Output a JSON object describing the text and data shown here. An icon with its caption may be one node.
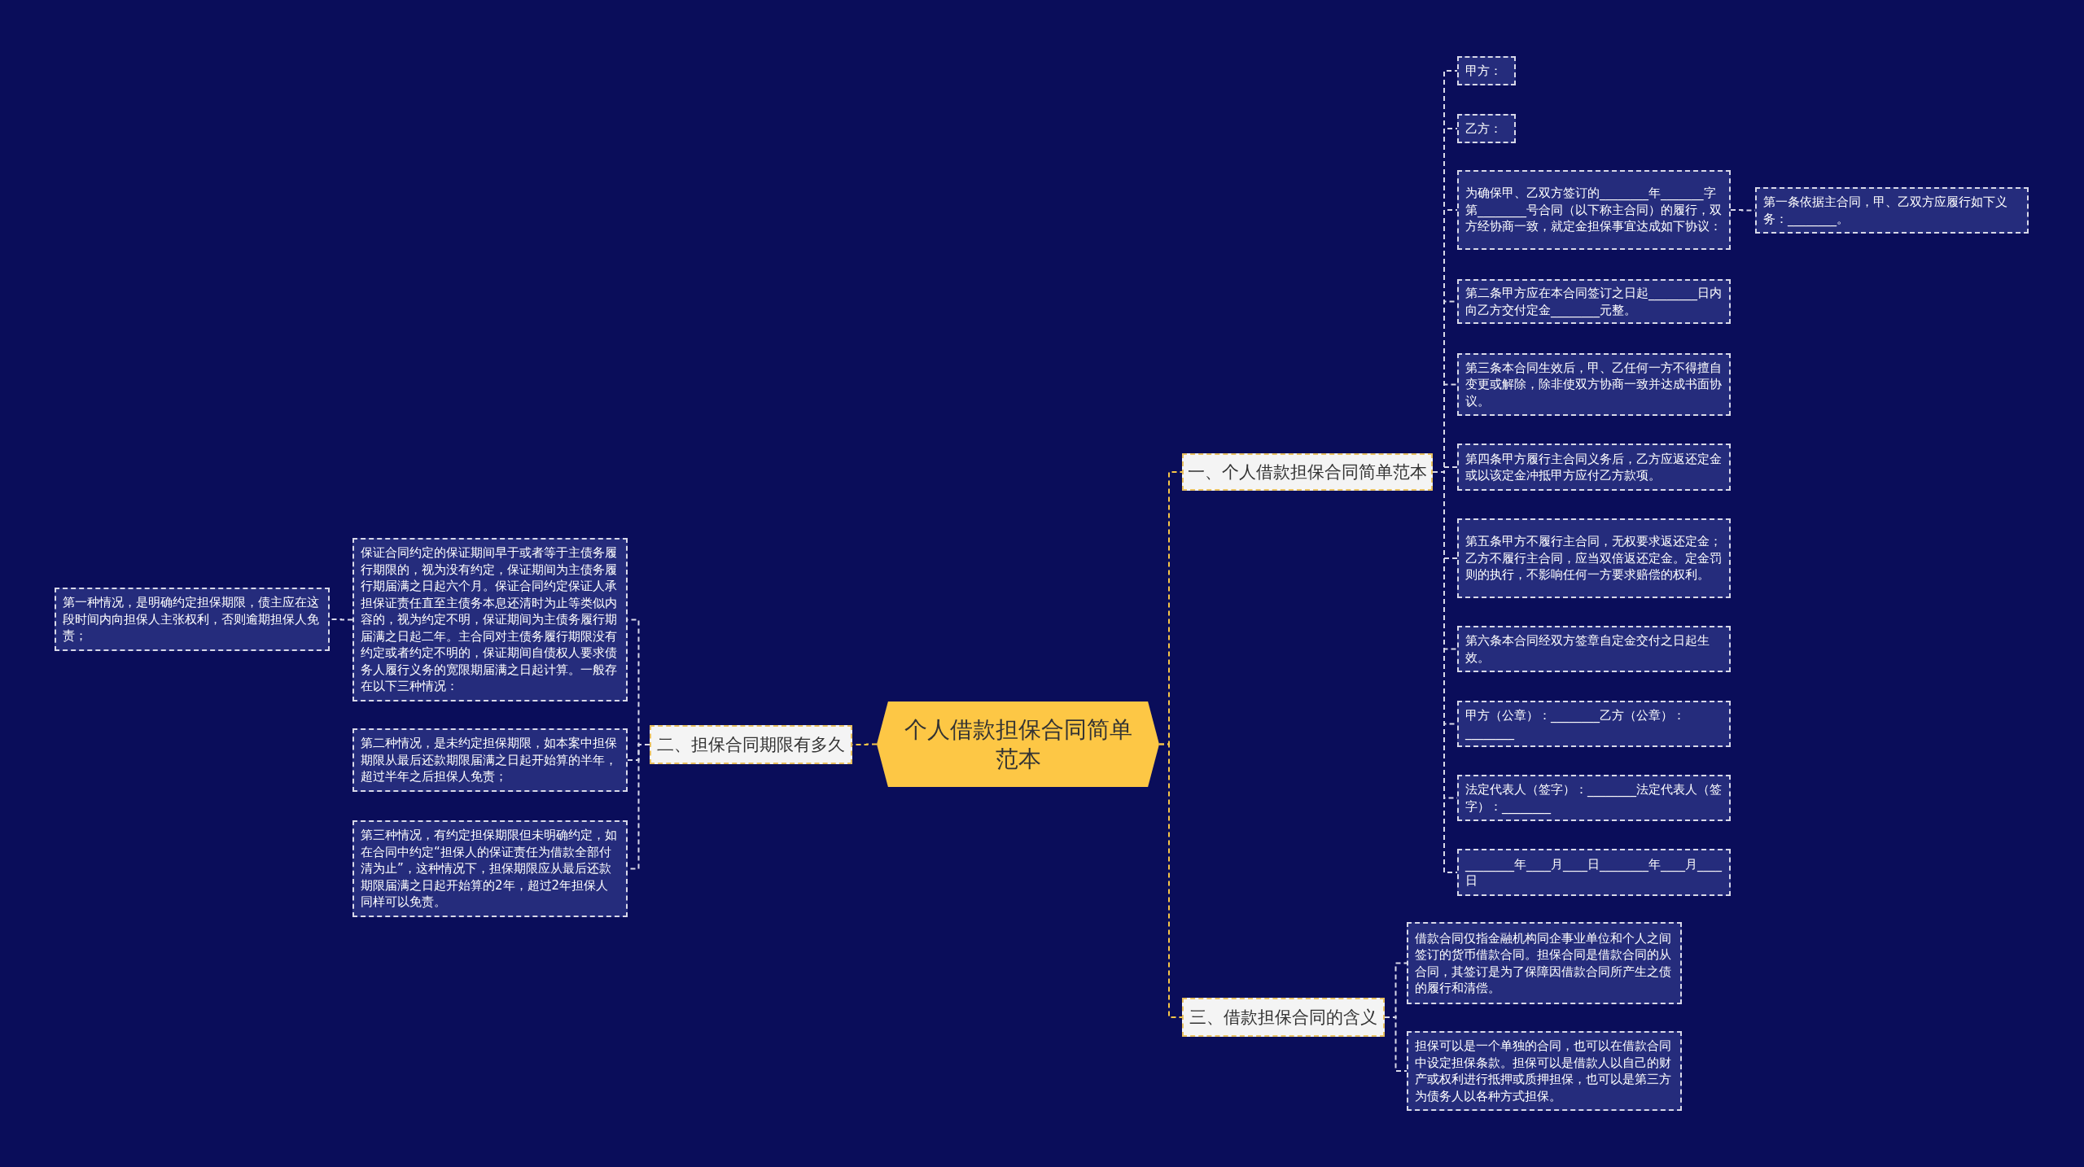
{
  "diagram": {
    "nodes": [
      {
        "text": [
          "个人借款担保合同简单范本"
        ]
      },
      {
        "text": [
          "一、个人借款担保合同简单范本"
        ]
      },
      {
        "text": [
          "甲方："
        ]
      },
      {
        "text": [
          "乙方："
        ]
      },
      {
        "text": [
          "为确保甲、乙双方签订的________年_______字第________号合同（以下称主合同）的履行，双方经协商一致，就定金担保事宜达成如下协议："
        ]
      },
      {
        "text": [
          "第一条依据主合同，甲、乙双方应履行如下义务：________。"
        ]
      },
      {
        "text": [
          "第二条甲方应在本合同签订之日起________日内向乙方交付定金________元整。"
        ]
      },
      {
        "text": [
          "第三条本合同生效后，甲、乙任何一方不得擅自变更或解除，除非使双方协商一致并达成书面协议。"
        ]
      },
      {
        "text": [
          "第四条甲方履行主合同义务后，乙方应返还定金或以该定金冲抵甲方应付乙方款项。"
        ]
      },
      {
        "text": [
          "第五条甲方不履行主合同，无权要求返还定金；乙方不履行主合同，应当双倍返还定金。定金罚则的执行，不影响任何一方要求赔偿的权利。"
        ]
      },
      {
        "text": [
          "第六条本合同经双方签章自定金交付之日起生效。"
        ]
      },
      {
        "text": [
          "甲方（公章）：________乙方（公章）：________"
        ]
      },
      {
        "text": [
          "法定代表人（签字）：________法定代表人（签字）：________"
        ]
      },
      {
        "text": [
          "________年____月____日________年____月____日"
        ]
      },
      {
        "text": [
          "二、担保合同期限有多久"
        ]
      },
      {
        "text": [
          "保证合同约定的保证期间早于或者等于主债务履行期限的，视为没有约定，保证期间为主债务履行期届满之日起六个月。保证合同约定保证人承担保证责任直至主债务本息还清时为止等类似内容的，视为约定不明，保证期间为主债务履行期届满之日起二年。主合同对主债务履行期限没有约定或者约定不明的，保证期间自债权人要求债务人履行义务的宽限期届满之日起计算。一般存在以下三种情况："
        ]
      },
      {
        "text": [
          "第一种情况，是明确约定担保期限，债主应在这段时间内向担保人主张权利，否则逾期担保人免责；"
        ]
      },
      {
        "text": [
          "第二种情况，是未约定担保期限，如本案中担保期限从最后还款期限届满之日起开始算的半年，超过半年之后担保人免责；"
        ]
      },
      {
        "text": [
          "第三种情况，有约定担保期限但未明确约定，如在合同中约定“担保人的保证责任为借款全部付清为止”，这种情况下，担保期限应从最后还款期限届满之日起开始算的2年，超过2年担保人同样可以免责。"
        ]
      },
      {
        "text": [
          "三、借款担保合同的含义"
        ]
      },
      {
        "text": [
          "借款合同仅指金融机构同企事业单位和个人之间签订的货币借款合同。担保合同是借款合同的从合同，其签订是为了保障因借款合同所产生之债的履行和清偿。"
        ]
      },
      {
        "text": [
          "担保可以是一个单独的合同，也可以在借款合同中设定担保条款。担保可以是借款人以自己的财产或权利进行抵押或质押担保，也可以是第三方为债务人以各种方式担保。"
        ]
      }
    ],
    "edges": [
      {
        "from": 0,
        "to": 1,
        "arrow": "none",
        "color": "#f7c548"
      },
      {
        "from": 1,
        "to": 2,
        "arrow": "none"
      },
      {
        "from": 1,
        "to": 3,
        "arrow": "none"
      },
      {
        "from": 1,
        "to": 4,
        "arrow": "none"
      },
      {
        "from": 4,
        "to": 5,
        "arrow": "none"
      },
      {
        "from": 1,
        "to": 6,
        "arrow": "none"
      },
      {
        "from": 1,
        "to": 7,
        "arrow": "none"
      },
      {
        "from": 1,
        "to": 8,
        "arrow": "none"
      },
      {
        "from": 1,
        "to": 9,
        "arrow": "none"
      },
      {
        "from": 1,
        "to": 10,
        "arrow": "none"
      },
      {
        "from": 1,
        "to": 11,
        "arrow": "none"
      },
      {
        "from": 1,
        "to": 12,
        "arrow": "none"
      },
      {
        "from": 1,
        "to": 13,
        "arrow": "none"
      },
      {
        "from": 0,
        "to": 14,
        "arrow": "none",
        "color": "#f7c548"
      },
      {
        "from": 14,
        "to": 15,
        "arrow": "none"
      },
      {
        "from": 15,
        "to": 16,
        "arrow": "none"
      },
      {
        "from": 14,
        "to": 17,
        "arrow": "none"
      },
      {
        "from": 14,
        "to": 18,
        "arrow": "none"
      },
      {
        "from": 0,
        "to": 19,
        "arrow": "none",
        "color": "#f7c548"
      },
      {
        "from": 19,
        "to": 20,
        "arrow": "none"
      },
      {
        "from": 19,
        "to": 21,
        "arrow": "none"
      }
    ]
  }
}
